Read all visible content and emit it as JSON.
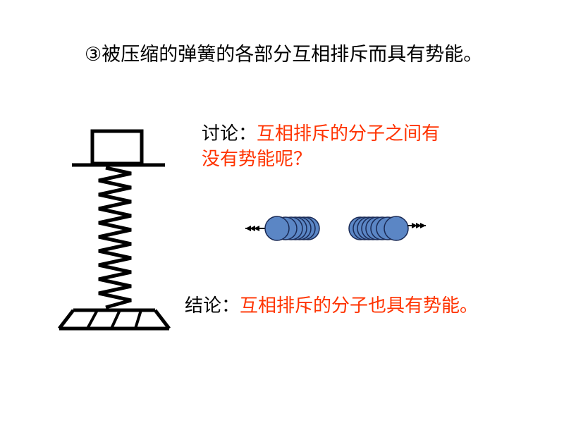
{
  "title": "③被压缩的弹簧的各部分互相排斥而具有势能。",
  "discussion": {
    "label": "讨论：",
    "question_line1": "互相排斥的分子之间有",
    "question_line2": "没有势能呢？"
  },
  "conclusion": {
    "label": "结论：",
    "text": "互相排斥的分子也具有势能。"
  },
  "colors": {
    "highlight": "#ff3300",
    "molecule_fill": "#5b86c5",
    "molecule_stroke": "#1a2a55"
  },
  "illustrations": [
    "compressed-spring",
    "repelling-molecules"
  ]
}
